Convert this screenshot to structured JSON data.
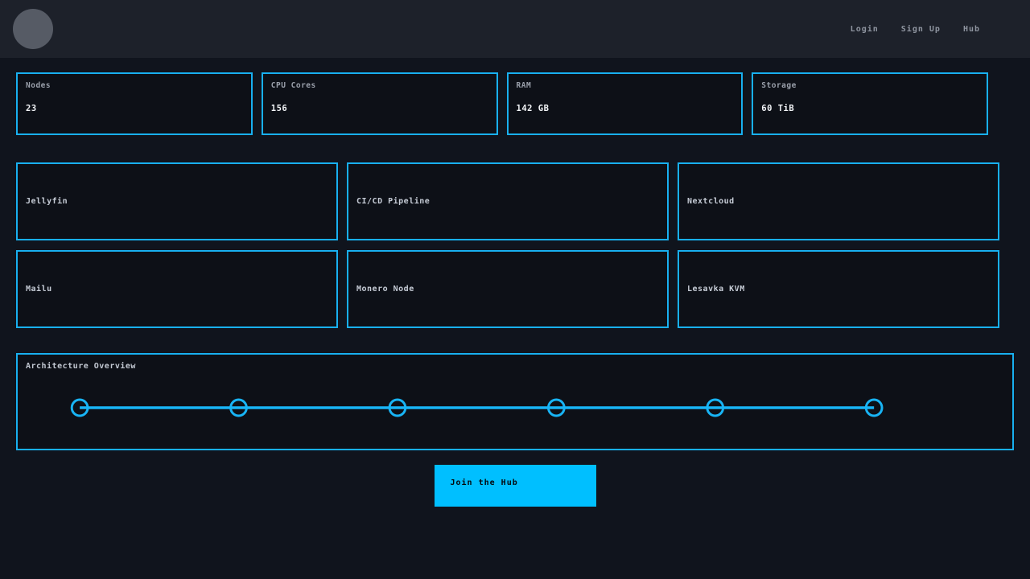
{
  "colors": {
    "page_bg": "#10141d",
    "navbar_bg": "#1d212a",
    "card_bg": "#0d1017",
    "accent_border": "#18b0f0",
    "cta_bg": "#00bfff",
    "label_gray": "#9aa0ab"
  },
  "navbar": {
    "avatar": "avatar-circle",
    "links": [
      {
        "label": "Login"
      },
      {
        "label": "Sign Up"
      },
      {
        "label": "Hub"
      }
    ]
  },
  "stats": [
    {
      "label": "Nodes",
      "value": "23"
    },
    {
      "label": "CPU Cores",
      "value": "156"
    },
    {
      "label": "RAM",
      "value": "142 GB"
    },
    {
      "label": "Storage",
      "value": "60 TiB"
    }
  ],
  "services": [
    {
      "label": "Jellyfin"
    },
    {
      "label": "CI/CD Pipeline"
    },
    {
      "label": "Nextcloud"
    },
    {
      "label": "Mailu"
    },
    {
      "label": "Monero Node"
    },
    {
      "label": "Lesavka KVM"
    }
  ],
  "architecture": {
    "title": "Architecture Overview",
    "node_count": 6,
    "line_color": "#18b4f5"
  },
  "cta": {
    "label": "Join the Hub"
  }
}
